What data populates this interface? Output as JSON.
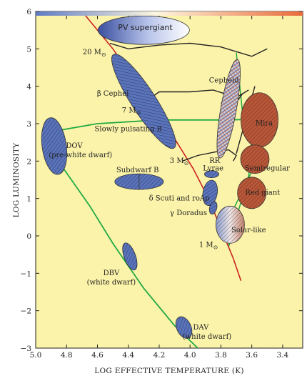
{
  "chart_data": {
    "type": "scatter",
    "title": "",
    "xlabel": "LOG EFFECTIVE TEMPERATURE (K)",
    "ylabel": "LOG LUMINOSITY",
    "xlim": [
      5.0,
      3.27
    ],
    "ylim": [
      -3,
      6
    ],
    "xticks": [
      "5.0",
      "4.8",
      "4.6",
      "4.4",
      "4.2",
      "4.0",
      "3.8",
      "3.6",
      "3.4"
    ],
    "yticks": [
      "−3",
      "−2",
      "−1",
      "0",
      "1",
      "2",
      "3",
      "4",
      "5",
      "6"
    ],
    "background_color": "#fbf3a9",
    "colors": {
      "blue_fill": "#5b73b8",
      "red_fill": "#b8583a",
      "main_sequence": "#cc2222",
      "white_dwarf_track": "#22aa44",
      "evolution_track": "#222222"
    },
    "main_sequence": [
      [
        4.68,
        5.9
      ],
      [
        4.5,
        5.0
      ],
      [
        4.3,
        3.8
      ],
      [
        4.1,
        2.6
      ],
      [
        3.98,
        1.8
      ],
      [
        3.88,
        1.0
      ],
      [
        3.8,
        0.2
      ],
      [
        3.72,
        -0.6
      ],
      [
        3.67,
        -1.2
      ]
    ],
    "white_dwarf_track": [
      [
        3.48,
        3.12
      ],
      [
        3.8,
        3.1
      ],
      [
        4.2,
        3.1
      ],
      [
        4.6,
        3.0
      ],
      [
        4.88,
        2.8
      ],
      [
        4.82,
        1.8
      ],
      [
        4.65,
        0.8
      ],
      [
        4.5,
        -0.2
      ],
      [
        4.3,
        -1.4
      ],
      [
        4.1,
        -2.4
      ],
      [
        3.95,
        -3.0
      ]
    ],
    "instability_strip": [
      [
        3.7,
        4.9
      ],
      [
        3.66,
        3.3
      ],
      [
        3.6,
        2.6
      ],
      [
        3.62,
        1.6
      ],
      [
        3.72,
        0.2
      ],
      [
        3.75,
        -0.3
      ],
      [
        3.72,
        0.7
      ],
      [
        3.58,
        1.9
      ],
      [
        3.54,
        3.1
      ]
    ],
    "regions": [
      {
        "name": "PV supergiant",
        "x": 4.3,
        "y": 5.5,
        "fill": "gradient"
      },
      {
        "name": "β Cephei",
        "x": 4.27,
        "y": 3.55,
        "fill": "blue"
      },
      {
        "name": "Slowly pulsating B",
        "x": 4.28,
        "y": 3.4,
        "fill": "blue"
      },
      {
        "name": "DOV (pre-white dwarf)",
        "x": 4.88,
        "y": 2.4,
        "fill": "blue"
      },
      {
        "name": "Subdwarf B",
        "x": 4.33,
        "y": 1.45,
        "fill": "blue"
      },
      {
        "name": "DBV (white dwarf)",
        "x": 4.39,
        "y": -0.55,
        "fill": "blue"
      },
      {
        "name": "DAV (white dwarf)",
        "x": 4.04,
        "y": -2.45,
        "fill": "blue"
      },
      {
        "name": "Cepheid",
        "x": 3.75,
        "y": 3.4,
        "fill": "gradient"
      },
      {
        "name": "RR Lyrae",
        "x": 3.86,
        "y": 1.65,
        "fill": "blue"
      },
      {
        "name": "δ Scuti and roAp",
        "x": 3.87,
        "y": 1.15,
        "fill": "blue"
      },
      {
        "name": "γ Doradus",
        "x": 3.85,
        "y": 0.75,
        "fill": "blue"
      },
      {
        "name": "Solar-like",
        "x": 3.74,
        "y": 0.3,
        "fill": "gradient"
      },
      {
        "name": "Mira",
        "x": 3.55,
        "y": 3.1,
        "fill": "red"
      },
      {
        "name": "Semiregular",
        "x": 3.58,
        "y": 2.05,
        "fill": "red"
      },
      {
        "name": "Red giant",
        "x": 3.6,
        "y": 1.15,
        "fill": "red"
      }
    ],
    "annotations": [
      {
        "text": "PV supergiant",
        "x": 4.29,
        "y": 5.5
      },
      {
        "text": "Cepheid",
        "x": 3.78,
        "y": 4.1
      },
      {
        "text": "β Cephei",
        "x": 4.5,
        "y": 3.75
      },
      {
        "text": "Slowly pulsating B",
        "x": 4.4,
        "y": 2.8
      },
      {
        "text": "Mira",
        "x": 3.52,
        "y": 2.95
      },
      {
        "text": "DOV",
        "x": 4.75,
        "y": 2.35
      },
      {
        "text": "(pre-white dwarf)",
        "x": 4.71,
        "y": 2.1
      },
      {
        "text": "Subdwarf B",
        "x": 4.34,
        "y": 1.7
      },
      {
        "text": "RR",
        "x": 3.84,
        "y": 1.95
      },
      {
        "text": "Lyrae",
        "x": 3.85,
        "y": 1.75
      },
      {
        "text": "Semiregular",
        "x": 3.5,
        "y": 1.75
      },
      {
        "text": "Red giant",
        "x": 3.53,
        "y": 1.1
      },
      {
        "text": "δ Scuti and roAp",
        "x": 4.07,
        "y": 0.95
      },
      {
        "text": "γ Doradus",
        "x": 4.01,
        "y": 0.55
      },
      {
        "text": "Solar-like",
        "x": 3.62,
        "y": 0.1
      },
      {
        "text": "DBV",
        "x": 4.51,
        "y": -1.05
      },
      {
        "text": "(white dwarf)",
        "x": 4.51,
        "y": -1.3
      },
      {
        "text": "DAV",
        "x": 3.93,
        "y": -2.5
      },
      {
        "text": "(white dwarf)",
        "x": 3.89,
        "y": -2.75
      }
    ],
    "mass_labels": [
      {
        "text": "20 M",
        "sub": "⊙",
        "x": 4.62,
        "y": 4.85
      },
      {
        "text": "7 M",
        "sub": "⊙",
        "x": 4.38,
        "y": 3.3
      },
      {
        "text": "3 M",
        "sub": "⊙",
        "x": 4.07,
        "y": 1.95
      },
      {
        "text": "1 M",
        "sub": "⊙",
        "x": 3.88,
        "y": -0.3
      }
    ],
    "grid": false,
    "legend": "none"
  }
}
